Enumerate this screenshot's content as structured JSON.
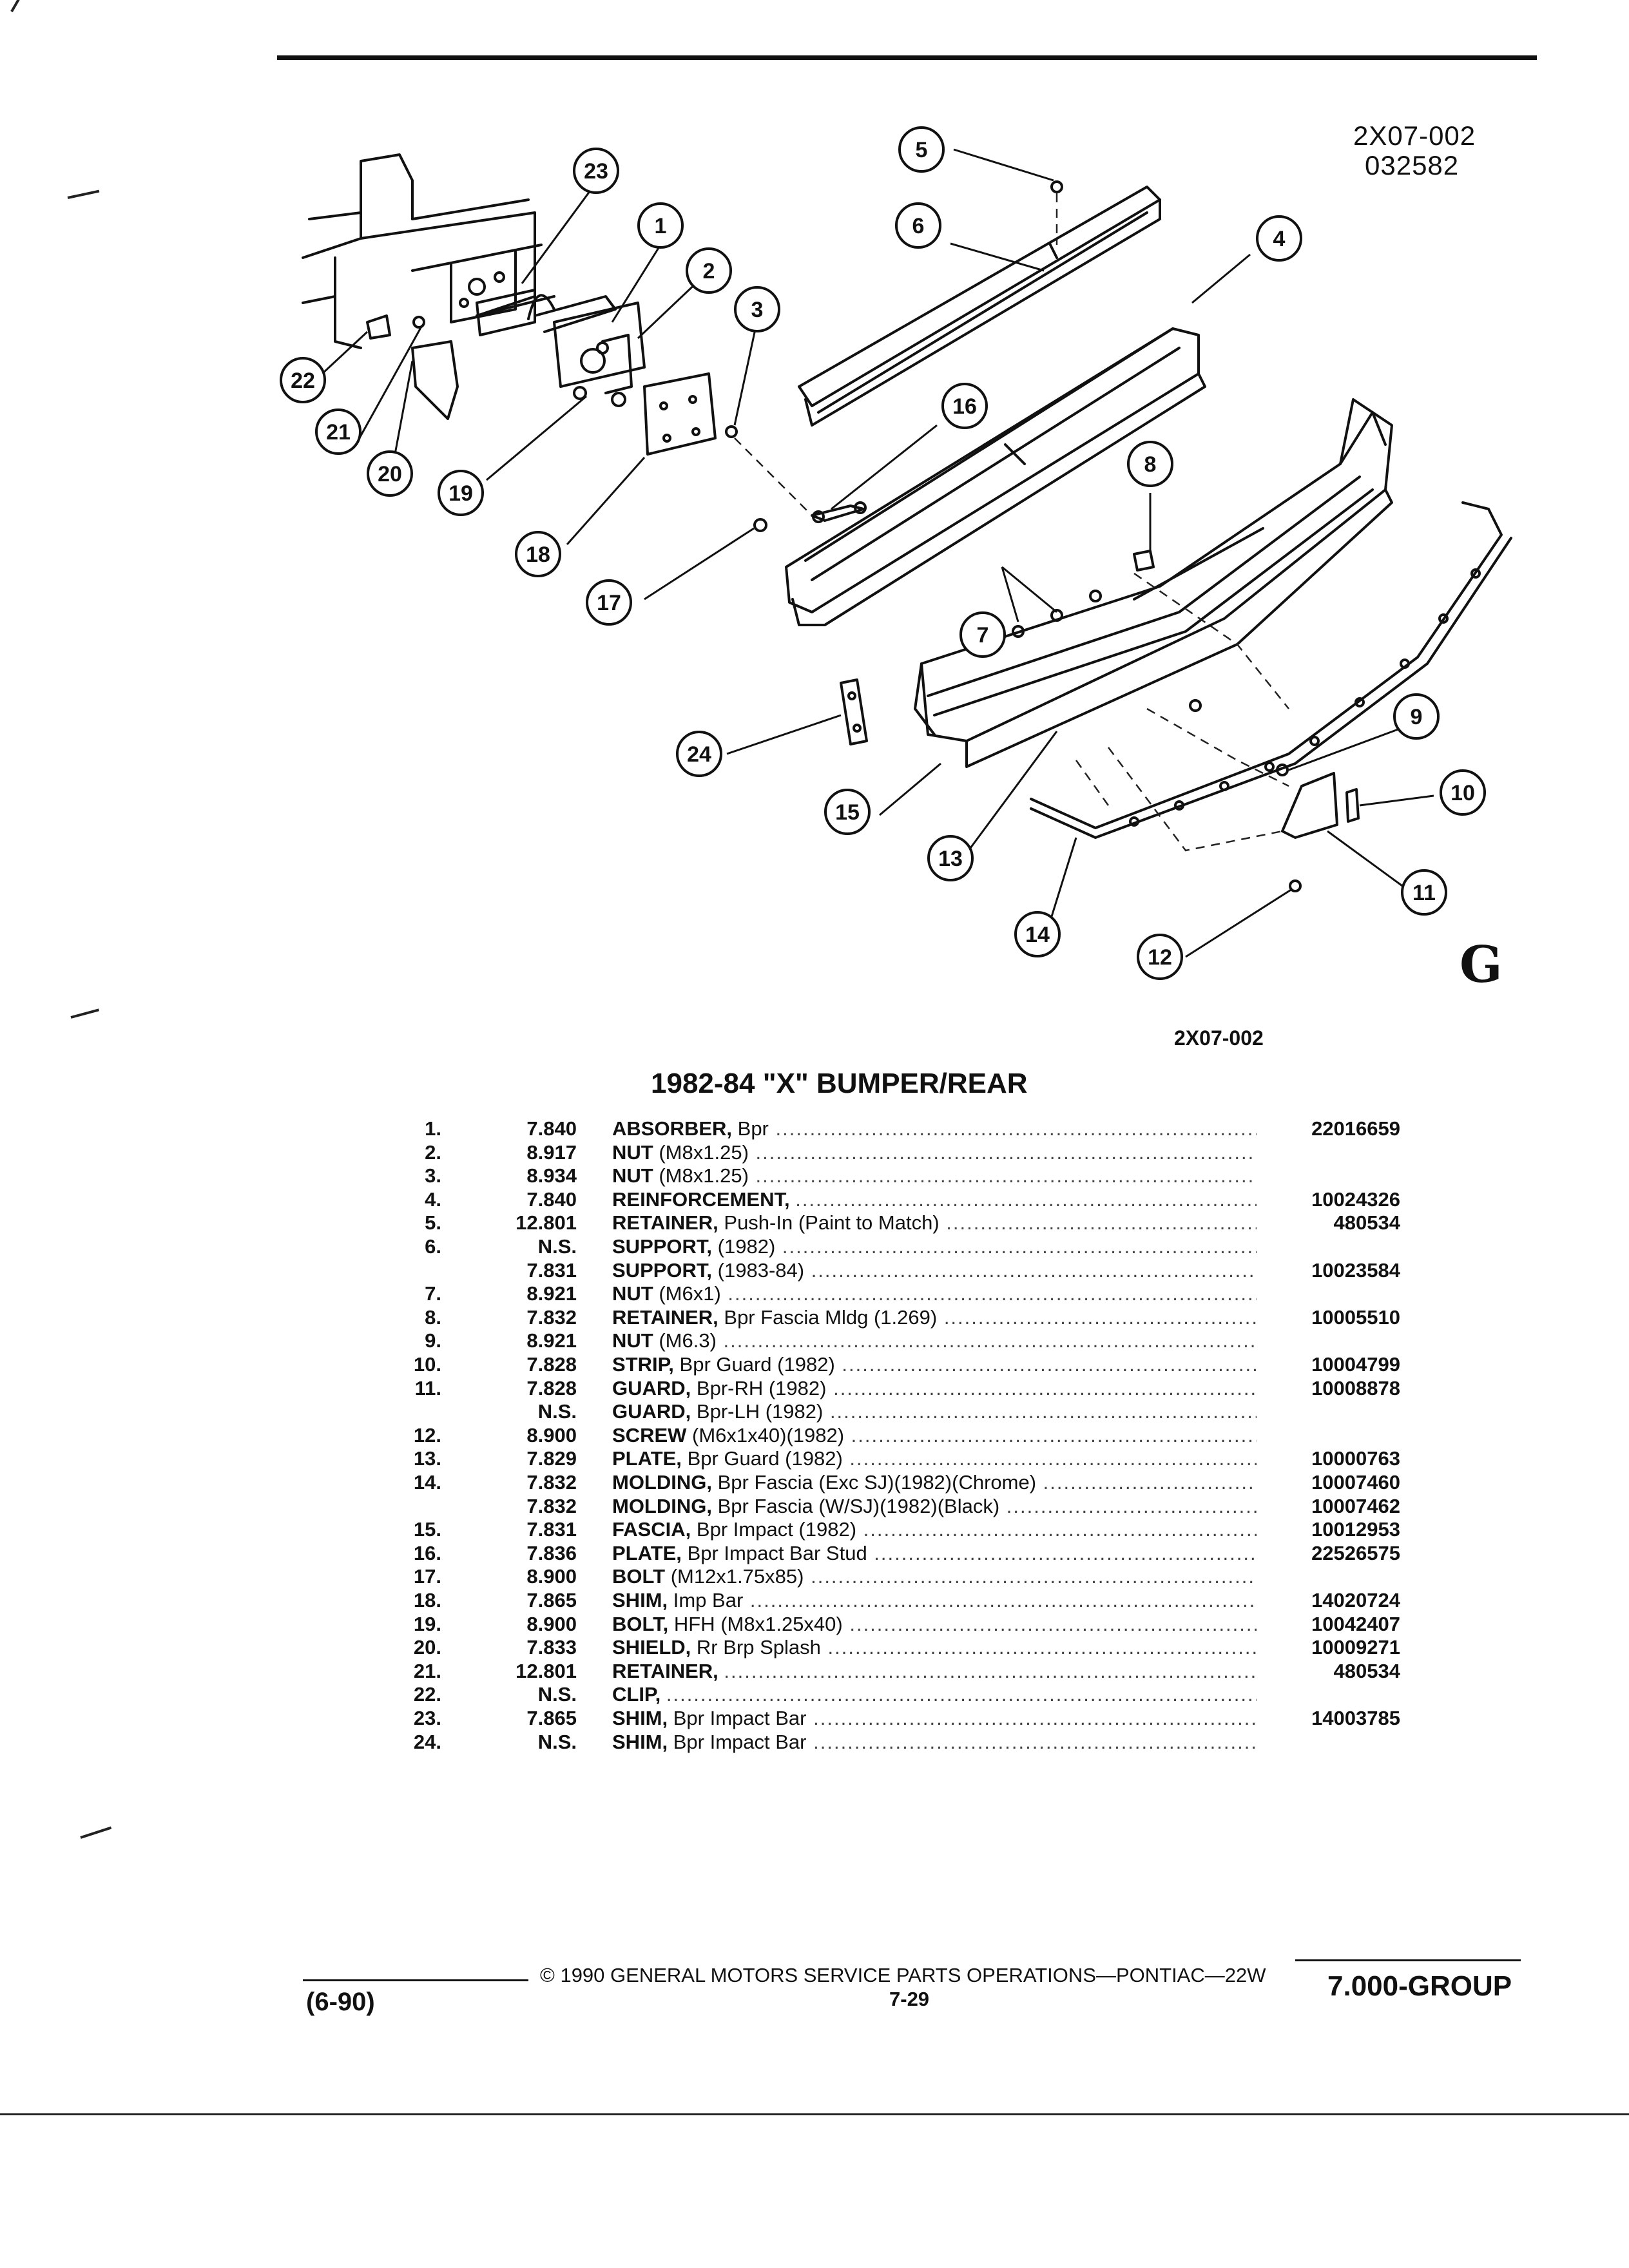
{
  "header": {
    "drawing_code": "2X07-002",
    "drawing_date": "032582"
  },
  "diagram": {
    "caption": "2X07-002",
    "logo": "G",
    "callouts": [
      "1",
      "2",
      "3",
      "4",
      "5",
      "6",
      "7",
      "8",
      "9",
      "10",
      "11",
      "12",
      "13",
      "14",
      "15",
      "16",
      "17",
      "18",
      "19",
      "20",
      "21",
      "22",
      "23",
      "24"
    ]
  },
  "parts_table": {
    "title": "1982-84 \"X\" BUMPER/REAR",
    "rows": [
      {
        "num": "1.",
        "group": "7.840",
        "name": "ABSORBER,",
        "detail": "Bpr",
        "part": "22016659"
      },
      {
        "num": "2.",
        "group": "8.917",
        "name": "NUT",
        "detail": "(M8x1.25)",
        "part": ""
      },
      {
        "num": "3.",
        "group": "8.934",
        "name": "NUT",
        "detail": "(M8x1.25)",
        "part": ""
      },
      {
        "num": "4.",
        "group": "7.840",
        "name": "REINFORCEMENT,",
        "detail": "",
        "part": "10024326"
      },
      {
        "num": "5.",
        "group": "12.801",
        "name": "RETAINER,",
        "detail": "Push-In (Paint to Match)",
        "part": "480534"
      },
      {
        "num": "6.",
        "group": "N.S.",
        "name": "SUPPORT,",
        "detail": "(1982)",
        "part": ""
      },
      {
        "num": "",
        "group": "7.831",
        "name": "SUPPORT,",
        "detail": "(1983-84)",
        "part": "10023584"
      },
      {
        "num": "7.",
        "group": "8.921",
        "name": "NUT",
        "detail": "(M6x1)",
        "part": ""
      },
      {
        "num": "8.",
        "group": "7.832",
        "name": "RETAINER,",
        "detail": "Bpr Fascia Mldg (1.269)",
        "part": "10005510"
      },
      {
        "num": "9.",
        "group": "8.921",
        "name": "NUT",
        "detail": "(M6.3)",
        "part": ""
      },
      {
        "num": "10.",
        "group": "7.828",
        "name": "STRIP,",
        "detail": "Bpr Guard (1982)",
        "part": "10004799"
      },
      {
        "num": "11.",
        "group": "7.828",
        "name": "GUARD,",
        "detail": "Bpr-RH (1982)",
        "part": "10008878"
      },
      {
        "num": "",
        "group": "N.S.",
        "name": "GUARD,",
        "detail": "Bpr-LH (1982)",
        "part": ""
      },
      {
        "num": "12.",
        "group": "8.900",
        "name": "SCREW",
        "detail": "(M6x1x40)(1982)",
        "part": ""
      },
      {
        "num": "13.",
        "group": "7.829",
        "name": "PLATE,",
        "detail": "Bpr Guard (1982)",
        "part": "10000763"
      },
      {
        "num": "14.",
        "group": "7.832",
        "name": "MOLDING,",
        "detail": "Bpr Fascia (Exc SJ)(1982)(Chrome)",
        "part": "10007460"
      },
      {
        "num": "",
        "group": "7.832",
        "name": "MOLDING,",
        "detail": "Bpr Fascia (W/SJ)(1982)(Black)",
        "part": "10007462"
      },
      {
        "num": "15.",
        "group": "7.831",
        "name": "FASCIA,",
        "detail": "Bpr Impact (1982)",
        "part": "10012953"
      },
      {
        "num": "16.",
        "group": "7.836",
        "name": "PLATE,",
        "detail": "Bpr Impact Bar Stud",
        "part": "22526575"
      },
      {
        "num": "17.",
        "group": "8.900",
        "name": "BOLT",
        "detail": "(M12x1.75x85)",
        "part": ""
      },
      {
        "num": "18.",
        "group": "7.865",
        "name": "SHIM,",
        "detail": "Imp Bar",
        "part": "14020724"
      },
      {
        "num": "19.",
        "group": "8.900",
        "name": "BOLT,",
        "detail": "HFH (M8x1.25x40)",
        "part": "10042407"
      },
      {
        "num": "20.",
        "group": "7.833",
        "name": "SHIELD,",
        "detail": "Rr Brp Splash",
        "part": "10009271"
      },
      {
        "num": "21.",
        "group": "12.801",
        "name": "RETAINER,",
        "detail": "",
        "part": "480534"
      },
      {
        "num": "22.",
        "group": "N.S.",
        "name": "CLIP,",
        "detail": "",
        "part": ""
      },
      {
        "num": "23.",
        "group": "7.865",
        "name": "SHIM,",
        "detail": "Bpr Impact Bar",
        "part": "14003785"
      },
      {
        "num": "24.",
        "group": "N.S.",
        "name": "SHIM,",
        "detail": "Bpr Impact Bar",
        "part": ""
      }
    ]
  },
  "footer": {
    "copyright": "© 1990 GENERAL MOTORS SERVICE PARTS OPERATIONS—PONTIAC—22W",
    "page": "7-29",
    "date_code": "(6-90)",
    "group": "7.000-GROUP"
  }
}
